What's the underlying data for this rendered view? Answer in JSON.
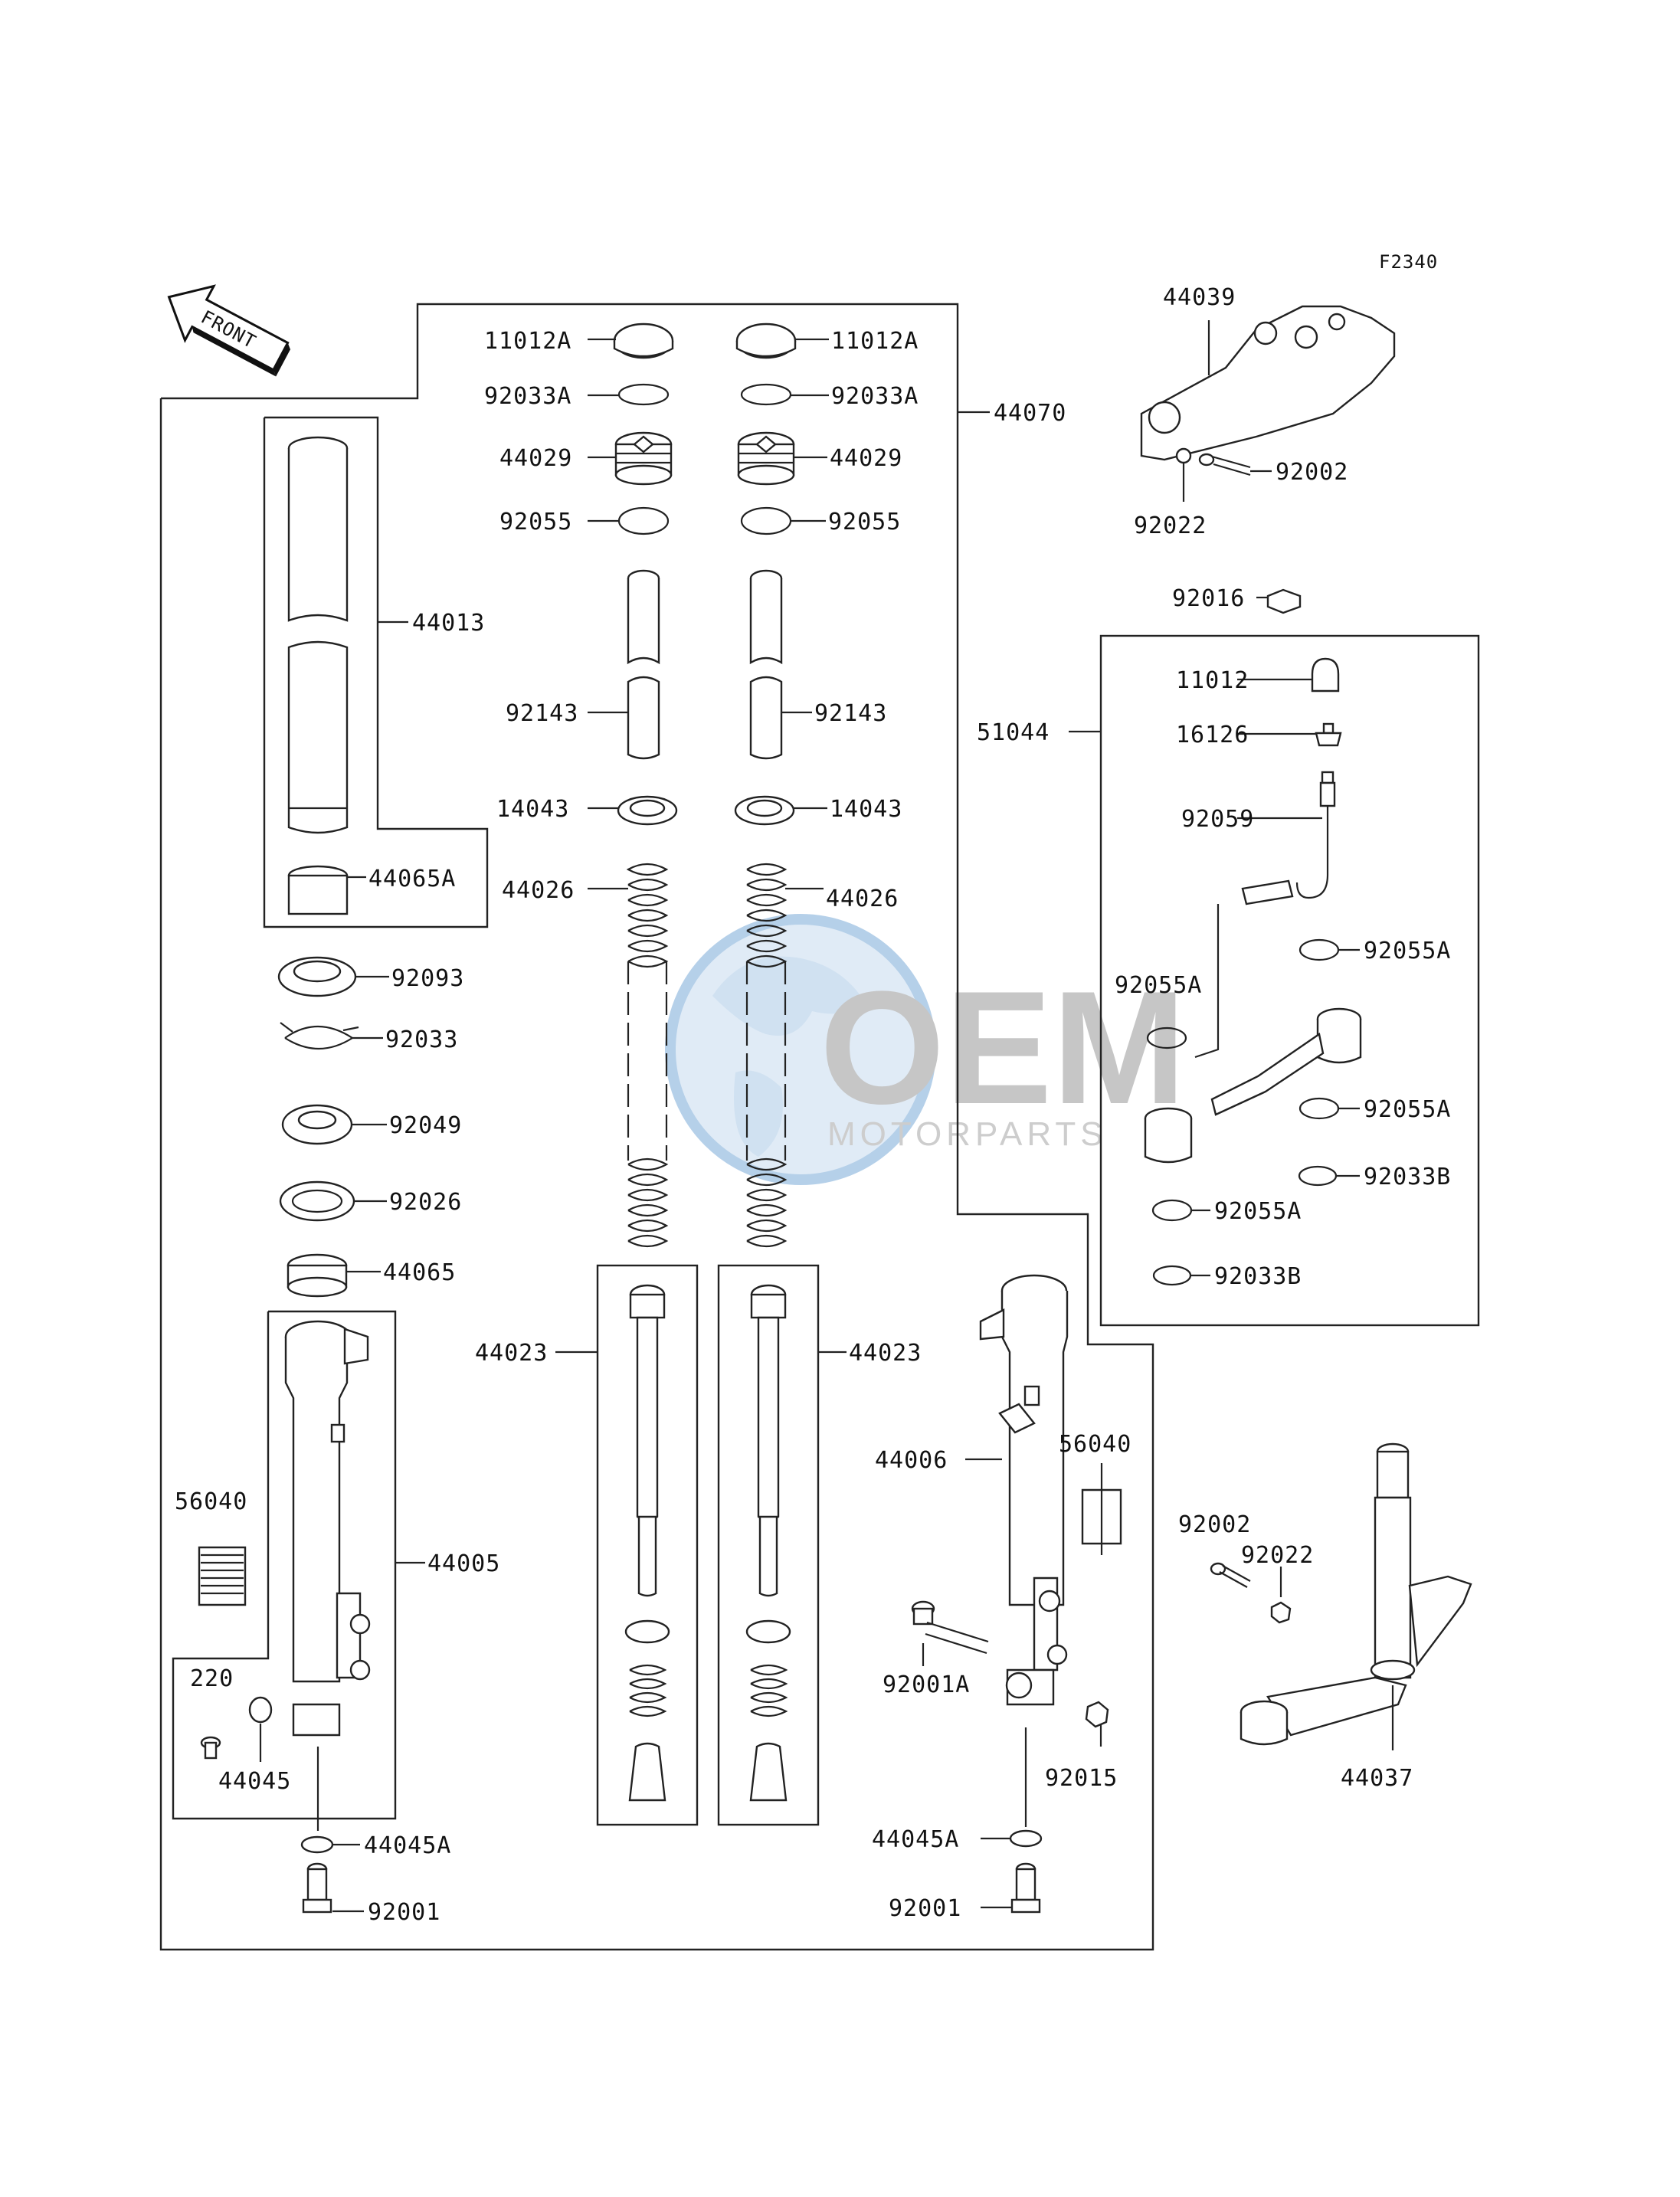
{
  "diagram_code": "F2340",
  "front_arrow_label": "FRONT",
  "watermark": {
    "brand": "OEM",
    "sub": "MOTORPARTS",
    "colors": {
      "globe": "#c8dcef",
      "ring": "#a9c8e6",
      "letters": "#bdbdbd"
    }
  },
  "labels": {
    "p11012A_l": "11012A",
    "p11012A_r": "11012A",
    "p92033A_l": "92033A",
    "p92033A_r": "92033A",
    "p44070": "44070",
    "p44029_l": "44029",
    "p44029_r": "44029",
    "p92055_l": "92055",
    "p92055_r": "92055",
    "p44013": "44013",
    "p92143_l": "92143",
    "p92143_r": "92143",
    "p14043_l": "14043",
    "p14043_r": "14043",
    "p44065A": "44065A",
    "p44026_l": "44026",
    "p44026_r": "44026",
    "p92093": "92093",
    "p92033": "92033",
    "p92049": "92049",
    "p92026": "92026",
    "p44065": "44065",
    "p44023_l": "44023",
    "p44023_r": "44023",
    "p56040_l": "56040",
    "p56040_r": "56040",
    "p44005": "44005",
    "p44006": "44006",
    "p220": "220",
    "p44045": "44045",
    "p44045A_l": "44045A",
    "p44045A_r": "44045A",
    "p92001_l": "92001",
    "p92001_r": "92001",
    "p92001A": "92001A",
    "p92015": "92015",
    "p44039": "44039",
    "p92002_top": "92002",
    "p92022_top": "92022",
    "p92016": "92016",
    "p51044": "51044",
    "p11012": "11012",
    "p16126": "16126",
    "p92059": "92059",
    "p92055A_1": "92055A",
    "p92055A_2": "92055A",
    "p92055A_3": "92055A",
    "p92055A_4": "92055A",
    "p92033B_1": "92033B",
    "p92033B_2": "92033B",
    "p92002_bot": "92002",
    "p92022_bot": "92022",
    "p44037": "44037"
  }
}
